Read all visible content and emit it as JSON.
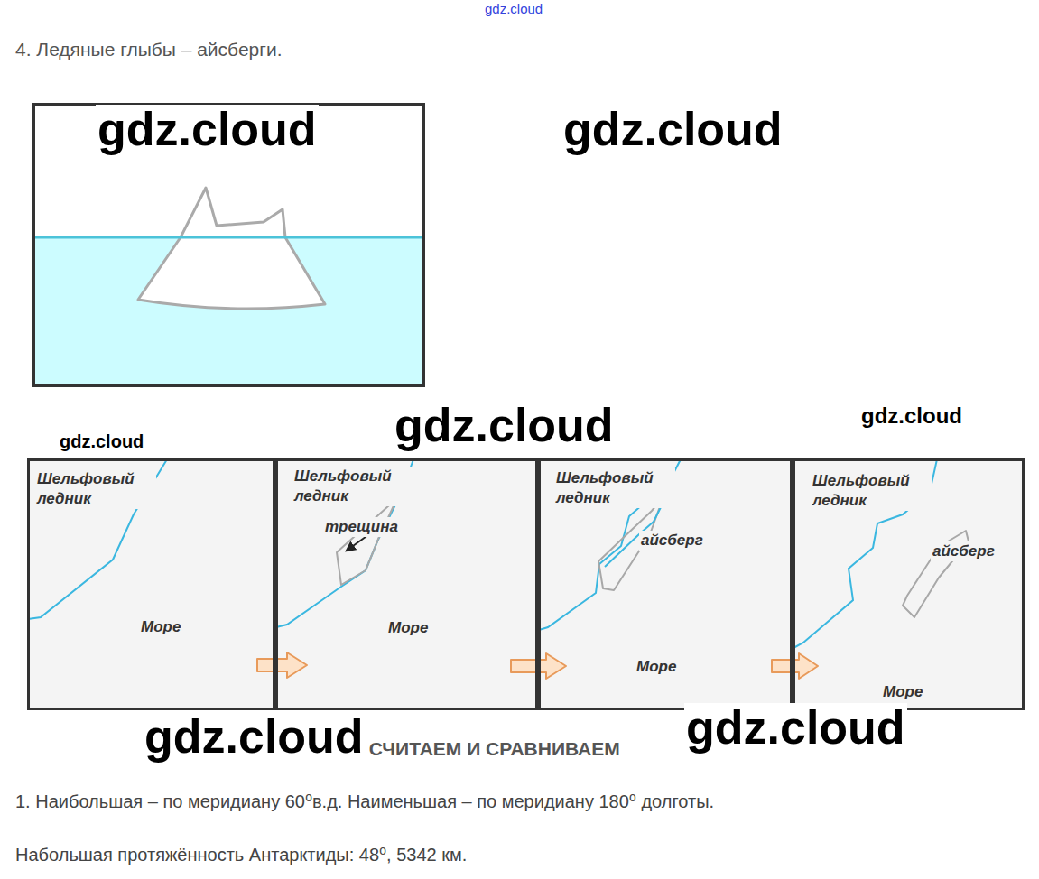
{
  "diagram": {
    "nodes": [
      {
        "text": [
          "Шельфовый ледник",
          "Море"
        ]
      },
      {
        "text": [
          "Шельфовый ледник",
          "трещина",
          "Море"
        ]
      },
      {
        "text": [
          "Шельфовый ледник",
          "айсберг",
          "Море"
        ]
      },
      {
        "text": [
          "Шельфовый ледник",
          "айсберг",
          "Море"
        ]
      }
    ],
    "labels": [
      "gdz.cloud",
      "4. Ледяные глыбы – айсберги.",
      "gdz.cloud",
      "gdz.cloud",
      "gdz.cloud",
      "gdz.cloud",
      "gdz.cloud",
      "gdz.cloud",
      "gdz.cloud",
      "СЧИТАЕМ И СРАВНИВАЕМ",
      "1. Наибольшая – по меридиану 60⁰в.д. Наименьшая – по меридиану 180⁰ долготы.",
      "Набольшая протяжённость Антарктиды: 48⁰, 5342 км."
    ]
  }
}
